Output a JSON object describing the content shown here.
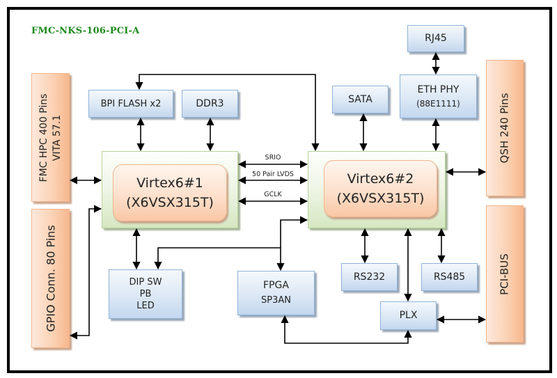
{
  "title": "FMC-NKS-106-PCI-A",
  "connectors": {
    "fmc": [
      "FMC HPC 400 Pins",
      "VITA 57.1"
    ],
    "gpio": "GPIO Conn. 80 Pins",
    "qsh": "QSH 240 Pins",
    "pci": "PCI-BUS"
  },
  "fpgas": {
    "v1": {
      "name": "Virtex6#1",
      "part": "(X6VSX315T)"
    },
    "v2": {
      "name": "Virtex6#2",
      "part": "(X6VSX315T)"
    }
  },
  "blocks": {
    "bpi_flash": "BPI FLASH x2",
    "ddr3": "DDR3",
    "sata": "SATA",
    "rj45": "RJ45",
    "eth_phy": [
      "ETH PHY",
      "(88E1111)"
    ],
    "dip": [
      "DIP SW",
      "PB",
      "LED"
    ],
    "fpga_sp3an": [
      "FPGA",
      "SP3AN"
    ],
    "rs232": "RS232",
    "rs485": "RS485",
    "plx": "PLX"
  },
  "links": {
    "srio": "SRIO",
    "lvds": "50 Pair LVDS",
    "gclk": "GCLK"
  },
  "colors": {
    "title": "#1e8a1e",
    "block_blue": "#c3d7ee",
    "block_orange": "#f7b78d",
    "fpga_green": "#d5e7c2"
  }
}
